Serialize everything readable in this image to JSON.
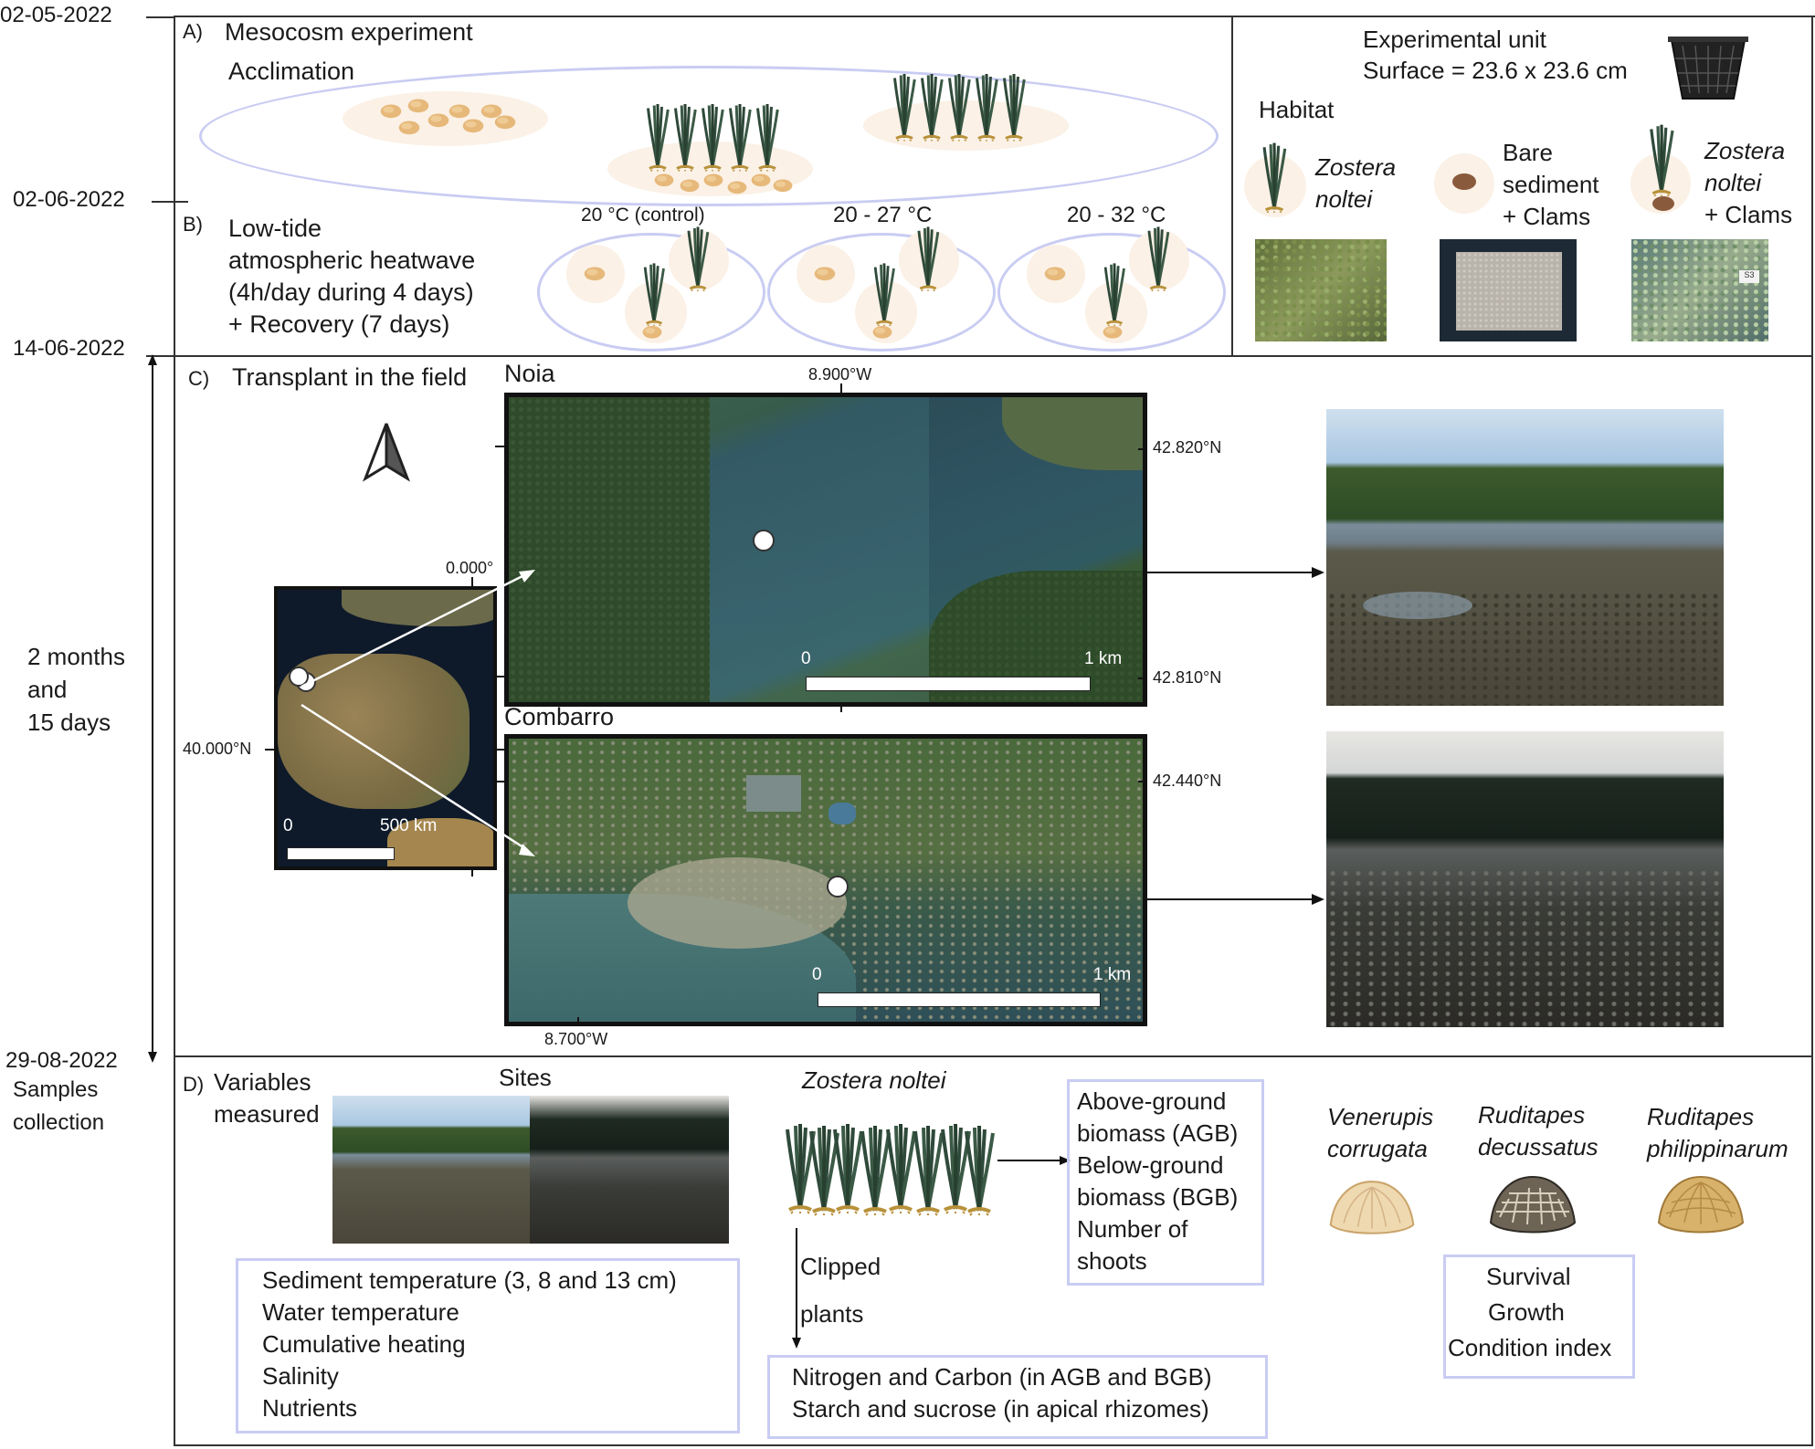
{
  "timeline": {
    "dates": [
      "02-05-2022",
      "02-06-2022",
      "14-06-2022",
      "29-08-2022"
    ],
    "samples_collection": "Samples collection",
    "duration_line1": "2 months",
    "duration_line2": "and",
    "duration_line3": "15 days"
  },
  "panelA": {
    "letter": "A)",
    "title": "Mesocosm experiment",
    "acclimation": "Acclimation"
  },
  "unit": {
    "title": "Experimental unit",
    "surface": "Surface = 23.6 x 23.6 cm",
    "habitat": "Habitat",
    "h1_line1": "Zostera",
    "h1_line2": "noltei",
    "h2_line1": "Bare",
    "h2_line2": "sediment",
    "h2_line3": "+ Clams",
    "h3_line1": "Zostera",
    "h3_line2": "noltei",
    "h3_line3": "+ Clams",
    "tag": "S3"
  },
  "panelB": {
    "letter": "B)",
    "line1": "Low-tide",
    "line2": "atmospheric heatwave",
    "line3": "(4h/day during 4 days)",
    "line4": "+ Recovery (7 days)",
    "t1": "20 °C (control)",
    "t2": "20 - 27 °C",
    "t3": "20 - 32 °C"
  },
  "panelC": {
    "letter": "C)",
    "title": "Transplant in the field",
    "noia": "Noia",
    "combarro": "Combarro",
    "lon_top": "8.900°W",
    "lat_n1": "42.820°N",
    "lat_n2": "42.810°N",
    "lat_c1": "42.440°N",
    "lon_bottom": "8.700°W",
    "inset_lon": "0.000°",
    "inset_lat": "40.000°N",
    "scale_zero": "0",
    "scale_1km": "1 km",
    "scale_500km": "500 km"
  },
  "panelD": {
    "letter": "D)",
    "variables_line1": "Variables",
    "variables_line2": "measured",
    "sites": "Sites",
    "site_vars": [
      "Sediment temperature (3, 8 and 13 cm)",
      "Water temperature",
      "Cumulative heating",
      "Salinity",
      "Nutrients"
    ],
    "zostera": "Zostera noltei",
    "biomass": [
      "Above-ground",
      "biomass (AGB)",
      "Below-ground",
      "biomass (BGB)",
      "Number of",
      "shoots"
    ],
    "clipped_line1": "Clipped",
    "clipped_line2": "plants",
    "chem": [
      "Nitrogen and Carbon (in AGB and BGB)",
      "Starch and sucrose (in apical rhizomes)"
    ],
    "clam1_line1": "Venerupis",
    "clam1_line2": "corrugata",
    "clam2_line1": "Ruditapes",
    "clam2_line2": "decussatus",
    "clam3_line1": "Ruditapes",
    "clam3_line2": "philippinarum",
    "clam_vars": [
      "Survival",
      "Growth",
      "Condition index"
    ]
  },
  "colors": {
    "ellipse_stroke": "#c9ccf2",
    "seagrass": "#2f4a3a",
    "clam": "#e6b87a",
    "sea": "#2a4a55",
    "forest": "#2d4a2a"
  }
}
